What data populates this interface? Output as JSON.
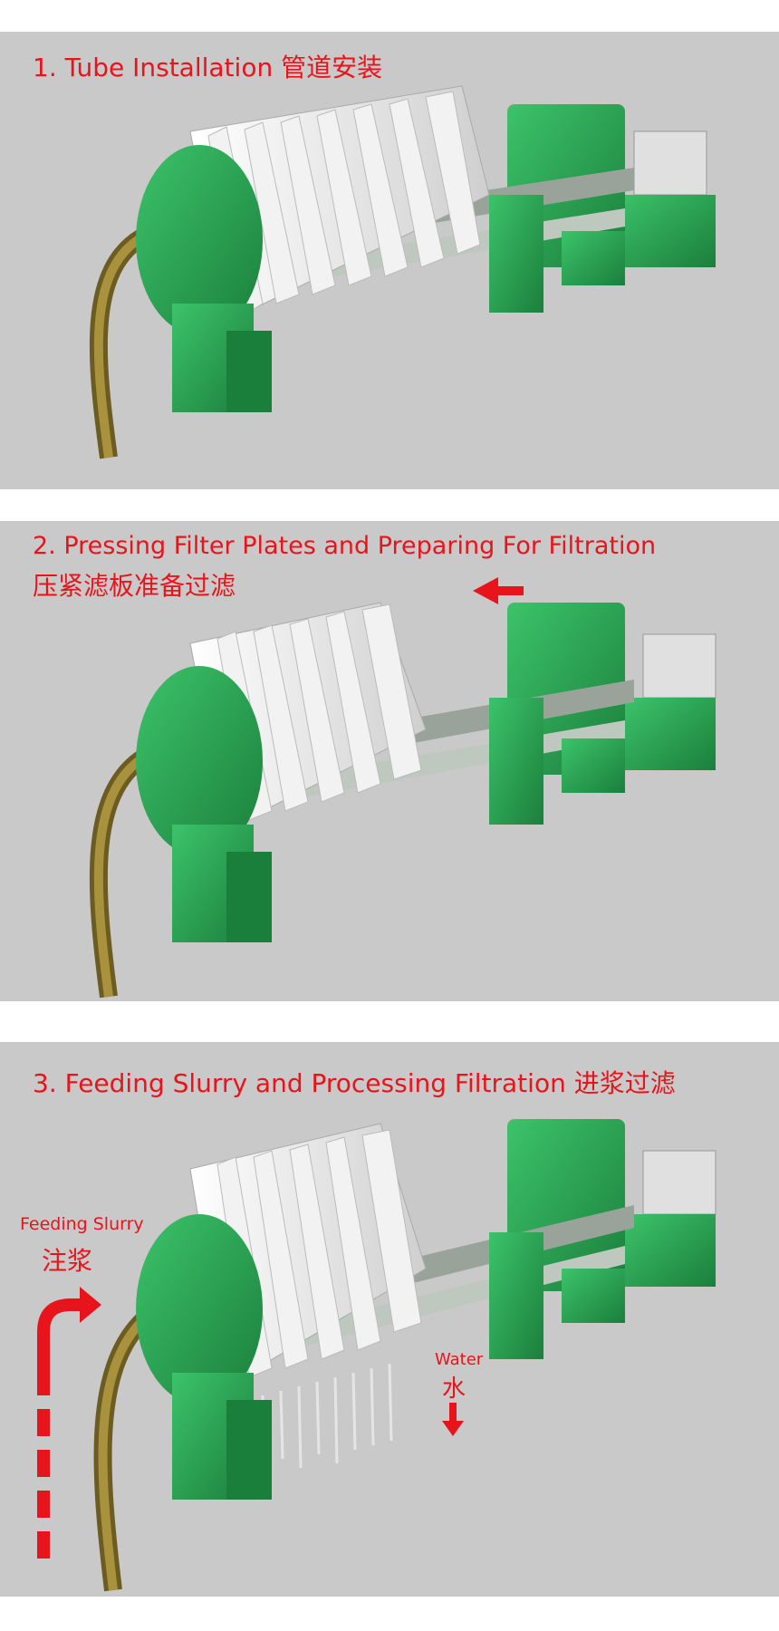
{
  "panels": [
    {
      "title": "1. Tube Installation  管道安装"
    },
    {
      "title": "2. Pressing Filter Plates and Preparing For Filtration",
      "subtitle": "压紧滤板准备过滤"
    },
    {
      "title": "3. Feeding Slurry and Processing Filtration  进浆过滤",
      "feed_label_en": "Feeding Slurry",
      "feed_label_cn": "注浆",
      "water_label_en": "Water",
      "water_label_cn": "水"
    }
  ],
  "colors": {
    "background": "#c9c9c9",
    "machine": "#27a04e",
    "label": "#e8141c",
    "hose": "#7a6a2a"
  },
  "icons": [
    "filter-press-machine-icon",
    "feed-arrow-icon",
    "water-down-arrow-icon",
    "move-left-arrow-icon"
  ]
}
